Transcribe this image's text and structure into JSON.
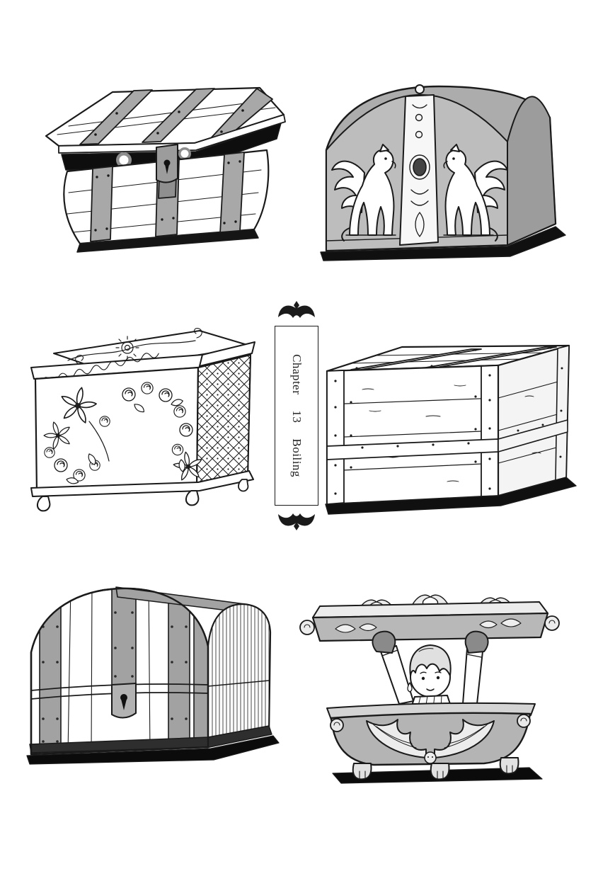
{
  "page": {
    "paper_color": "#ffffff",
    "ink_color": "#1a1a1a",
    "tone_gray": "#b3b3b3"
  },
  "chapter_box": {
    "line1": "Chapter",
    "line2": "13",
    "line3": "Boiling"
  },
  "illustrations": {
    "top_left": "wooden-banded-chest-with-glowing-eyes-in-open-lid",
    "top_right": "domed-chest-with-winged-lion-reliefs-and-jewel-band",
    "middle_left": "ornate-white-chest-carved-with-roses-and-lilies",
    "middle_right": "plain-wooden-plank-crate",
    "bottom_left": "dome-top-treasure-chest-with-metal-straps",
    "bottom_right": "ornate-footed-chest-with-boy-lifting-the-lid"
  }
}
